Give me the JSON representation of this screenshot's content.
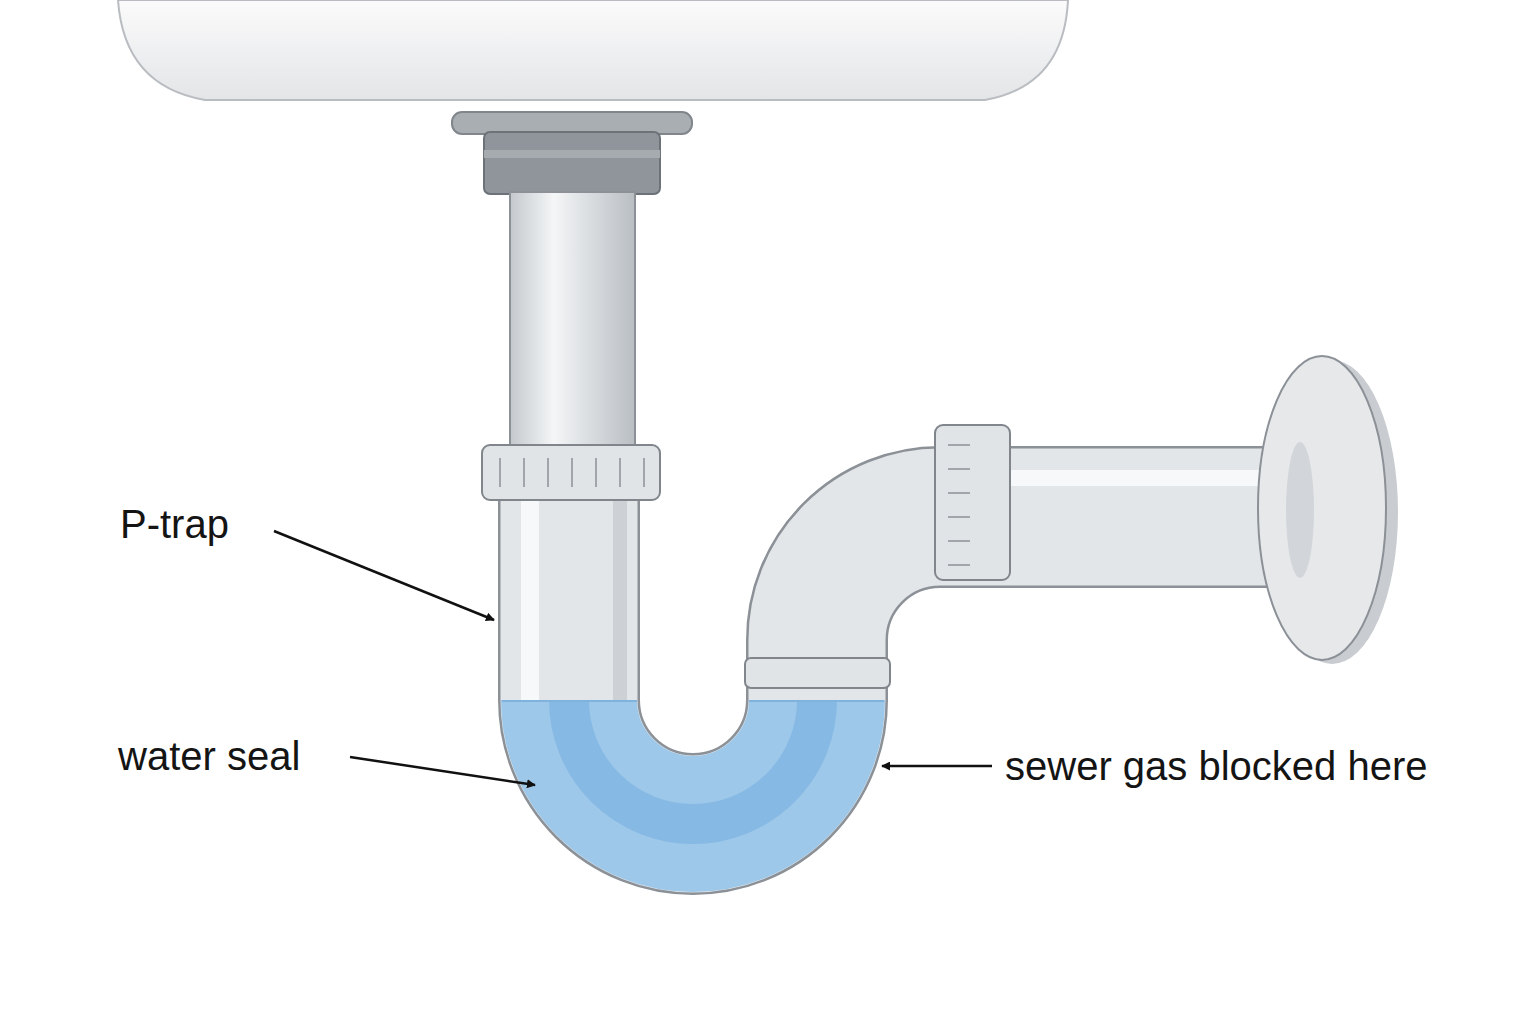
{
  "diagram": {
    "labels": [
      "P-trap",
      "water seal",
      "sewer gas blocked here"
    ]
  }
}
